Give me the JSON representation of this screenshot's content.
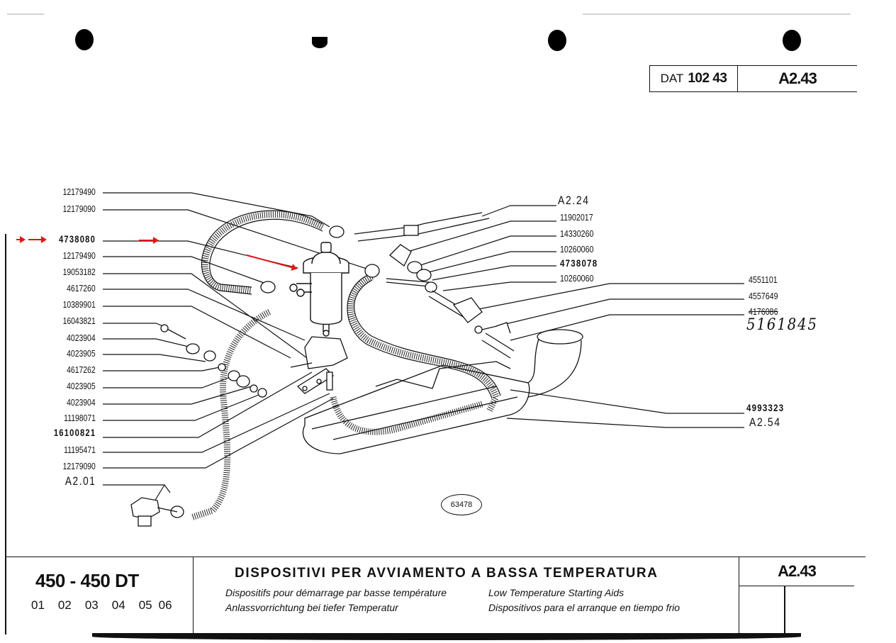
{
  "header": {
    "dat_label": "DAT",
    "dat_number": "102 43",
    "page_code": "A2.43"
  },
  "left_callouts": [
    {
      "text": "12179490",
      "bold": false
    },
    {
      "text": "12179090",
      "bold": false
    },
    {
      "text": "4738080",
      "bold": true,
      "highlighted": true
    },
    {
      "text": "12179490",
      "bold": false
    },
    {
      "text": "19053182",
      "bold": false
    },
    {
      "text": "4617260",
      "bold": false
    },
    {
      "text": "10389901",
      "bold": false
    },
    {
      "text": "16043821",
      "bold": false
    },
    {
      "text": "4023904",
      "bold": false
    },
    {
      "text": "4023905",
      "bold": false
    },
    {
      "text": "4617262",
      "bold": false
    },
    {
      "text": "4023905",
      "bold": false
    },
    {
      "text": "4023904",
      "bold": false
    },
    {
      "text": "11198071",
      "bold": false
    },
    {
      "text": "16100821",
      "bold": true
    },
    {
      "text": "11195471",
      "bold": false
    },
    {
      "text": "12179090",
      "bold": false
    },
    {
      "text": "A2.01",
      "bold": false,
      "reference": true
    }
  ],
  "right_callouts_upper": [
    {
      "text": "A2.24",
      "reference": true
    },
    {
      "text": "11902017"
    },
    {
      "text": "14330260"
    },
    {
      "text": "10260060"
    },
    {
      "text": "4738078",
      "bold": true
    },
    {
      "text": "10260060"
    }
  ],
  "right_callouts_far": [
    {
      "text": "4551101"
    },
    {
      "text": "4557649"
    },
    {
      "text": "4176086",
      "struck_out": true
    }
  ],
  "handwritten_replacement": "5161845",
  "right_callouts_lower": [
    {
      "text": "4993323",
      "bold": true
    },
    {
      "text": "A2.54",
      "reference": true
    }
  ],
  "figure_id": "63478",
  "highlight_color": "#e11111",
  "footer": {
    "model": "450 - 450 DT",
    "variants": [
      "01",
      "02",
      "03",
      "04",
      "05",
      "06"
    ],
    "title_it": "DISPOSITIVI PER AVVIAMENTO A BASSA TEMPERATURA",
    "title_fr": "Dispositifs pour démarrage par basse température",
    "title_de": "Anlassvorrichtung bei tiefer Temperatur",
    "title_en": "Low Temperature Starting Aids",
    "title_es": "Dispositivos para el arranque en tiempo frio",
    "page_code": "A2.43"
  }
}
